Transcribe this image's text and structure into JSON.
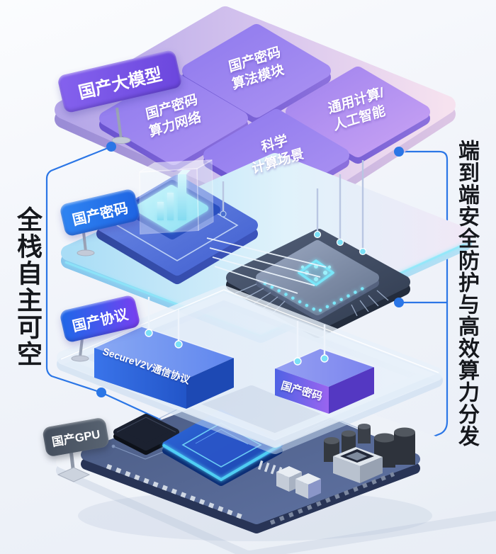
{
  "captions": {
    "left": "全栈自主可空",
    "right": "端到端安全防护与高效算力分发"
  },
  "signs": {
    "model": "国产大模型",
    "crypto": "国产密码",
    "protocol": "国产协议",
    "gpu": "国产GPU"
  },
  "top_tiles": [
    {
      "line1": "国产密码",
      "line2": "算法模块"
    },
    {
      "line1": "通用计算/",
      "line2": "人工智能"
    },
    {
      "line1": "国产密码",
      "line2": "算力网络"
    },
    {
      "line1": "科学",
      "line2": "计算场景"
    }
  ],
  "boxes": {
    "protocol": "SecureV2V通信协议",
    "crypto": "国产密码"
  },
  "colors": {
    "connector_blue": "#2b76e6",
    "tile_purple": "#8f7aee",
    "layer_blue": "#b2e1f7",
    "glow_cyan": "#7ce0f6",
    "box_blue": "#2e66e0",
    "box_purple": "#8a5fe8",
    "board_navy": "#47587f"
  }
}
